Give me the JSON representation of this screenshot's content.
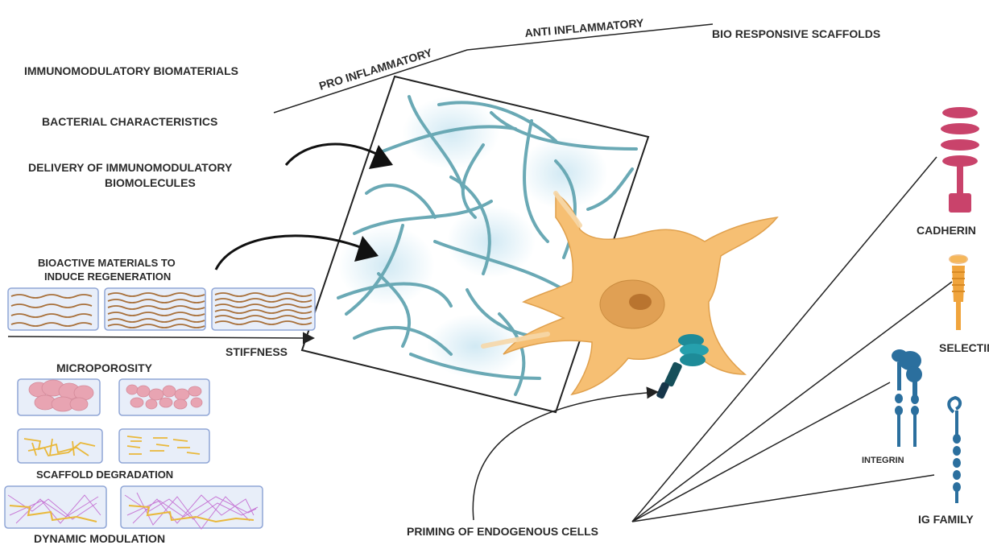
{
  "labels": {
    "immunomodulatory": "IMMUNOMODULATORY BIOMATERIALS",
    "bacterial": "BACTERIAL CHARACTERISTICS",
    "delivery_line1": "DELIVERY OF IMMUNOMODULATORY",
    "delivery_line2": "BIOMOLECULES",
    "bioactive_line1": "BIOACTIVE MATERIALS TO",
    "bioactive_line2": "INDUCE REGENERATION",
    "stiffness": "STIFFNESS",
    "microporosity": "MICROPOROSITY",
    "scaffold_degradation": "SCAFFOLD DEGRADATION",
    "dynamic_modulation": "DYNAMIC MODULATION",
    "pro_inflammatory": "PRO INFLAMMATORY",
    "anti_inflammatory": "ANTI INFLAMMATORY",
    "bio_responsive": "BIO RESPONSIVE SCAFFOLDS",
    "priming": "PRIMING OF ENDOGENOUS CELLS",
    "cadherin": "CADHERIN",
    "selectin": "SELECTIN",
    "integrin": "INTEGRIN",
    "ig_family": "IG FAMILY"
  },
  "colors": {
    "fiber": "#6aa9b5",
    "fiber_glow": "#cfe8f3",
    "cell_body": "#f6bf73",
    "cell_outline": "#e0a04c",
    "nucleus": "#e0a054",
    "nucleolus": "#b9742f",
    "cadherin": "#c9436b",
    "selectin": "#f0a43c",
    "integrin": "#2b6f9e",
    "receptor_teal": "#1e8b98",
    "panel_fill": "#e8eef9",
    "panel_border": "#8fa5d6",
    "brown_fiber": "#a8703a",
    "pink_pore": "#e8a4b2",
    "yellow_net": "#e9b83a",
    "purple_net": "#c77ad6"
  }
}
